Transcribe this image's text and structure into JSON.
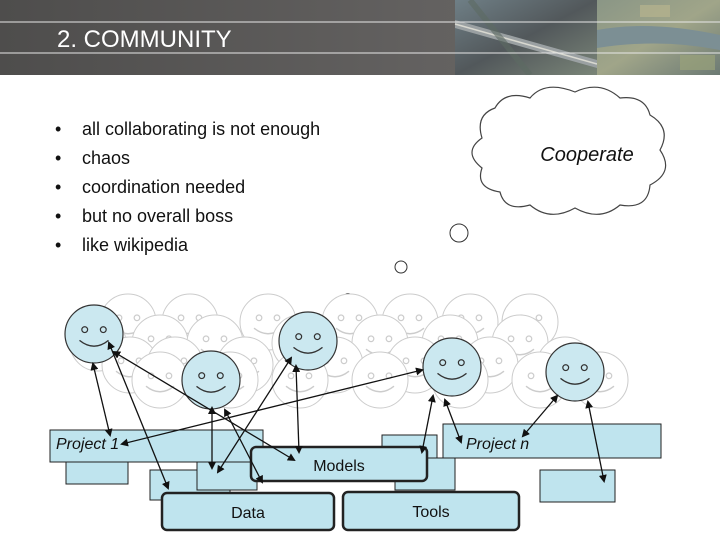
{
  "slide": {
    "title": "2. COMMUNITY",
    "bullets": [
      "all collaborating is not enough",
      "chaos",
      "coordination needed",
      "but no overall boss",
      "like wikipedia"
    ],
    "bullet_symbol": "•",
    "thought": "Cooperate"
  },
  "diagram": {
    "boxes": {
      "project1": "Project 1",
      "projectn": "Project n",
      "models": "Models",
      "data": "Data",
      "tools": "Tools"
    }
  },
  "colors": {
    "header_bg": "#5e5c5a",
    "box_fill": "#bfe4ee",
    "box_stroke": "#222222",
    "face_fill": "#cbe8f0",
    "crowd_face_stroke": "#cccccc"
  }
}
